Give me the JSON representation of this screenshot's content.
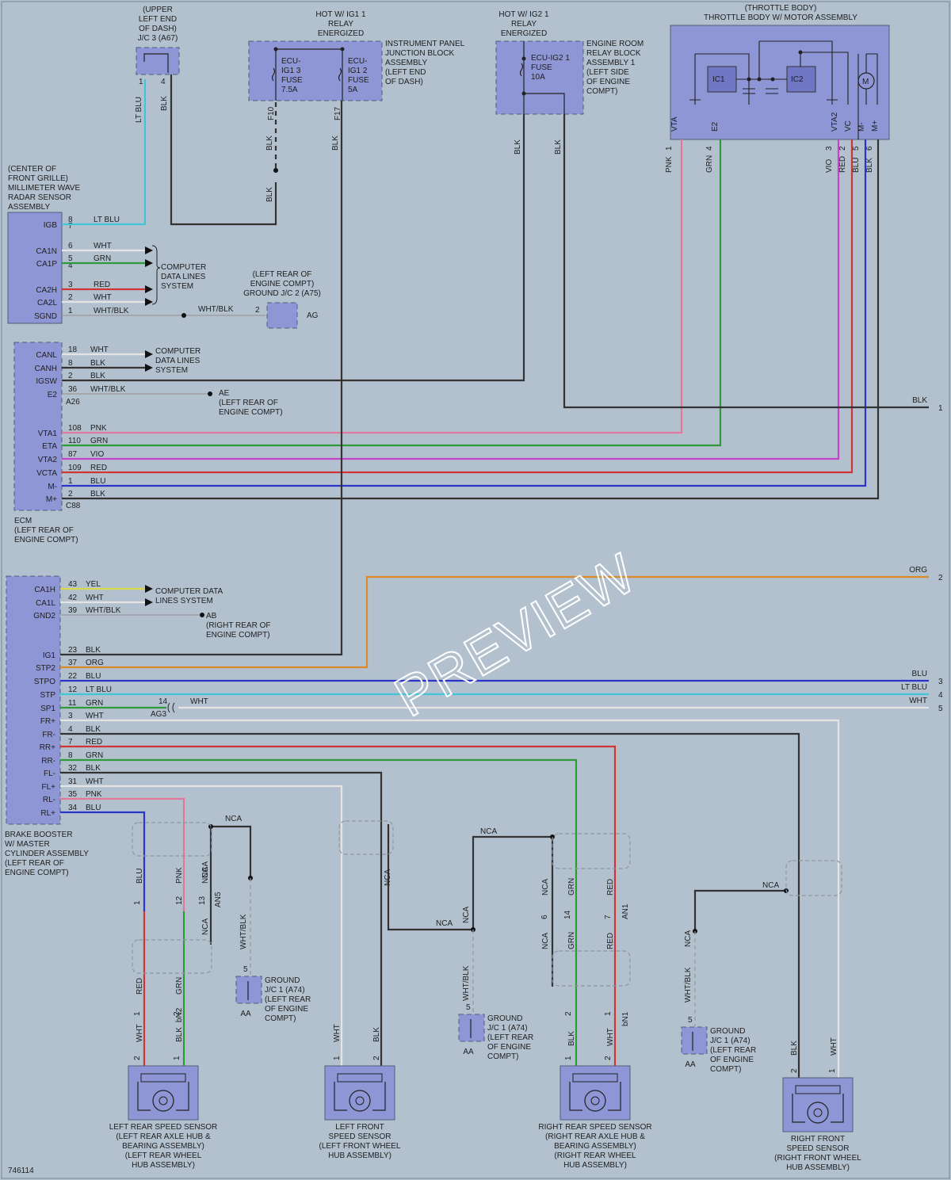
{
  "diagram_id": "746114",
  "watermark": "PREVIEW",
  "colors": {
    "background": "#b3c1cf",
    "component": "#8f96d6",
    "wire_blk": "#333333",
    "wire_ltblu": "#3ec6d6",
    "wire_blu": "#2a35c8",
    "wire_red": "#d03535",
    "wire_grn": "#2f9a3a",
    "wire_wht": "#e4e4e4",
    "wire_pnk": "#e07a9a",
    "wire_vio": "#c443c8",
    "wire_org": "#d98a2a",
    "wire_yel": "#d8d850"
  },
  "headers": {
    "jc3": [
      "(UPPER",
      "LEFT END",
      "OF DASH)",
      "J/C 3 (A67)"
    ],
    "ig1_relay": [
      "HOT W/ IG1 1",
      "RELAY",
      "ENERGIZED"
    ],
    "ig2_relay": [
      "HOT W/ IG2 1",
      "RELAY",
      "ENERGIZED"
    ],
    "throttle": [
      "(THROTTLE BODY)",
      "THROTTLE BODY W/ MOTOR ASSEMBLY"
    ],
    "ipjb": [
      "INSTRUMENT PANEL",
      "JUNCTION BLOCK",
      "ASSEMBLY",
      "(LEFT END",
      "OF DASH)"
    ],
    "errb": [
      "ENGINE ROOM",
      "RELAY BLOCK",
      "ASSEMBLY 1",
      "(LEFT SIDE",
      "OF ENGINE",
      "COMPT)"
    ]
  },
  "fuses": {
    "f1": [
      "ECU-",
      "IG1 3",
      "FUSE",
      "7.5A"
    ],
    "f2": [
      "ECU-",
      "IG1 2",
      "FUSE",
      "5A"
    ],
    "f3": [
      "ECU-IG2 1",
      "FUSE",
      "10A"
    ]
  },
  "fuse_pins": {
    "f10": "F10",
    "f17": "F17"
  },
  "jc3_pins": {
    "p1": "1",
    "p4": "4"
  },
  "throttle_parts": {
    "ic1": "IC1",
    "ic2": "IC2",
    "motor": "M"
  },
  "throttle_pins": [
    {
      "name": "VTA",
      "num": "1",
      "wire": "PNK"
    },
    {
      "name": "E2",
      "num": "4",
      "wire": "GRN"
    },
    {
      "name": "VTA2",
      "num": "3",
      "wire": "VIO"
    },
    {
      "name": "VC",
      "num": "2",
      "wire": "RED"
    },
    {
      "name": "M-",
      "num": "5",
      "wire": "BLU"
    },
    {
      "name": "M+",
      "num": "6",
      "wire": "BLK"
    }
  ],
  "wire_labels": {
    "lt_blu": "LT BLU",
    "blk": "BLK",
    "wht": "WHT",
    "red": "RED",
    "grn": "GRN",
    "pnk": "PNK",
    "blu": "BLU",
    "vio": "VIO",
    "org": "ORG",
    "yel": "YEL",
    "wht_blk": "WHT/BLK",
    "nca": "NCA",
    "bn1": "bN1",
    "bn2": "bN2",
    "an1": "AN1",
    "an5": "AN5",
    "ag3": "AG3"
  },
  "radar": {
    "title": [
      "(CENTER OF",
      "FRONT GRILLE)",
      "MILLIMETER WAVE",
      "RADAR SENSOR",
      "ASSEMBLY"
    ],
    "pins": [
      {
        "name": "IGB",
        "num": "8",
        "wire": "LT BLU"
      },
      {
        "name": "",
        "num": "7",
        "wire": ""
      },
      {
        "name": "CA1N",
        "num": "6",
        "wire": "WHT"
      },
      {
        "name": "CA1P",
        "num": "5",
        "wire": "GRN"
      },
      {
        "name": "",
        "num": "4",
        "wire": ""
      },
      {
        "name": "CA2H",
        "num": "3",
        "wire": "RED"
      },
      {
        "name": "CA2L",
        "num": "2",
        "wire": "WHT"
      },
      {
        "name": "SGND",
        "num": "1",
        "wire": "WHT/BLK"
      }
    ],
    "data_lines": [
      "COMPUTER",
      "DATA LINES",
      "SYSTEM"
    ]
  },
  "ground_ag": {
    "label": [
      "(LEFT REAR OF",
      "ENGINE COMPT)",
      "GROUND J/C 2 (A75)"
    ],
    "pin": "2",
    "code": "AG"
  },
  "ecm": {
    "title": [
      "ECM",
      "(LEFT REAR OF",
      "ENGINE COMPT)"
    ],
    "pins": [
      {
        "name": "CANL",
        "num": "18",
        "wire": "WHT"
      },
      {
        "name": "CANH",
        "num": "8",
        "wire": "BLK"
      },
      {
        "name": "IGSW",
        "num": "2",
        "wire": "BLK"
      },
      {
        "name": "E2",
        "num": "36",
        "wire": "WHT/BLK"
      },
      {
        "name": "VTA1",
        "num": "108",
        "wire": "PNK"
      },
      {
        "name": "ETA",
        "num": "110",
        "wire": "GRN"
      },
      {
        "name": "VTA2",
        "num": "87",
        "wire": "VIO"
      },
      {
        "name": "VCTA",
        "num": "109",
        "wire": "RED"
      },
      {
        "name": "M-",
        "num": "1",
        "wire": "BLU"
      },
      {
        "name": "M+",
        "num": "2",
        "wire": "BLK"
      }
    ],
    "conn1": "A26",
    "conn2": "C88",
    "data_lines": [
      "COMPUTER",
      "DATA LINES",
      "SYSTEM"
    ],
    "ground_ae": [
      "AE",
      "(LEFT REAR OF",
      "ENGINE COMPT)"
    ]
  },
  "brake": {
    "title": [
      "BRAKE BOOSTER",
      "W/ MASTER",
      "CYLINDER ASSEMBLY",
      "(LEFT REAR OF",
      "ENGINE COMPT)"
    ],
    "pins": [
      {
        "name": "CA1H",
        "num": "43",
        "wire": "YEL"
      },
      {
        "name": "CA1L",
        "num": "42",
        "wire": "WHT"
      },
      {
        "name": "GND2",
        "num": "39",
        "wire": "WHT/BLK"
      },
      {
        "name": "IG1",
        "num": "23",
        "wire": "BLK"
      },
      {
        "name": "STP2",
        "num": "37",
        "wire": "ORG"
      },
      {
        "name": "STPO",
        "num": "22",
        "wire": "BLU"
      },
      {
        "name": "STP",
        "num": "12",
        "wire": "LT BLU"
      },
      {
        "name": "SP1",
        "num": "11",
        "wire": "GRN"
      },
      {
        "name": "FR+",
        "num": "3",
        "wire": "WHT"
      },
      {
        "name": "FR-",
        "num": "4",
        "wire": "BLK"
      },
      {
        "name": "RR+",
        "num": "7",
        "wire": "RED"
      },
      {
        "name": "RR-",
        "num": "8",
        "wire": "GRN"
      },
      {
        "name": "FL-",
        "num": "32",
        "wire": "BLK"
      },
      {
        "name": "FL+",
        "num": "31",
        "wire": "WHT"
      },
      {
        "name": "RL-",
        "num": "35",
        "wire": "PNK"
      },
      {
        "name": "RL+",
        "num": "34",
        "wire": "BLU"
      }
    ],
    "data_lines": [
      "COMPUTER DATA",
      "LINES SYSTEM"
    ],
    "ground_ab": [
      "AB",
      "(RIGHT REAR OF",
      "ENGINE COMPT)"
    ],
    "sp1_junction": {
      "pin": "14",
      "wire": "WHT"
    }
  },
  "right_edge": [
    {
      "num": "1",
      "wire": "BLK"
    },
    {
      "num": "2",
      "wire": "ORG"
    },
    {
      "num": "3",
      "wire": "BLU"
    },
    {
      "num": "4",
      "wire": "LT BLU"
    },
    {
      "num": "5",
      "wire": "WHT"
    }
  ],
  "ground_a74": {
    "label": [
      "GROUND",
      "J/C 1 (A74)",
      "(LEFT REAR",
      "OF ENGINE",
      "COMPT)"
    ],
    "pin": "5",
    "code": "AA"
  },
  "splice_pins": {
    "p12": "12",
    "p13": "13",
    "p14": "14",
    "p6": "6",
    "p7": "7",
    "p1": "1",
    "p2": "2"
  },
  "sensors": {
    "left_rear": [
      "LEFT REAR SPEED SENSOR",
      "(LEFT REAR AXLE HUB &",
      "BEARING ASSEMBLY)",
      "(LEFT REAR WHEEL",
      "HUB ASSEMBLY)"
    ],
    "left_front": [
      "LEFT FRONT",
      "SPEED SENSOR",
      "(LEFT FRONT WHEEL",
      "HUB ASSEMBLY)"
    ],
    "right_rear": [
      "RIGHT REAR SPEED SENSOR",
      "(RIGHT REAR AXLE HUB &",
      "BEARING ASSEMBLY)",
      "(RIGHT REAR WHEEL",
      "HUB ASSEMBLY)"
    ],
    "right_front": [
      "RIGHT FRONT",
      "SPEED SENSOR",
      "(RIGHT FRONT WHEEL",
      "HUB ASSEMBLY)"
    ]
  }
}
